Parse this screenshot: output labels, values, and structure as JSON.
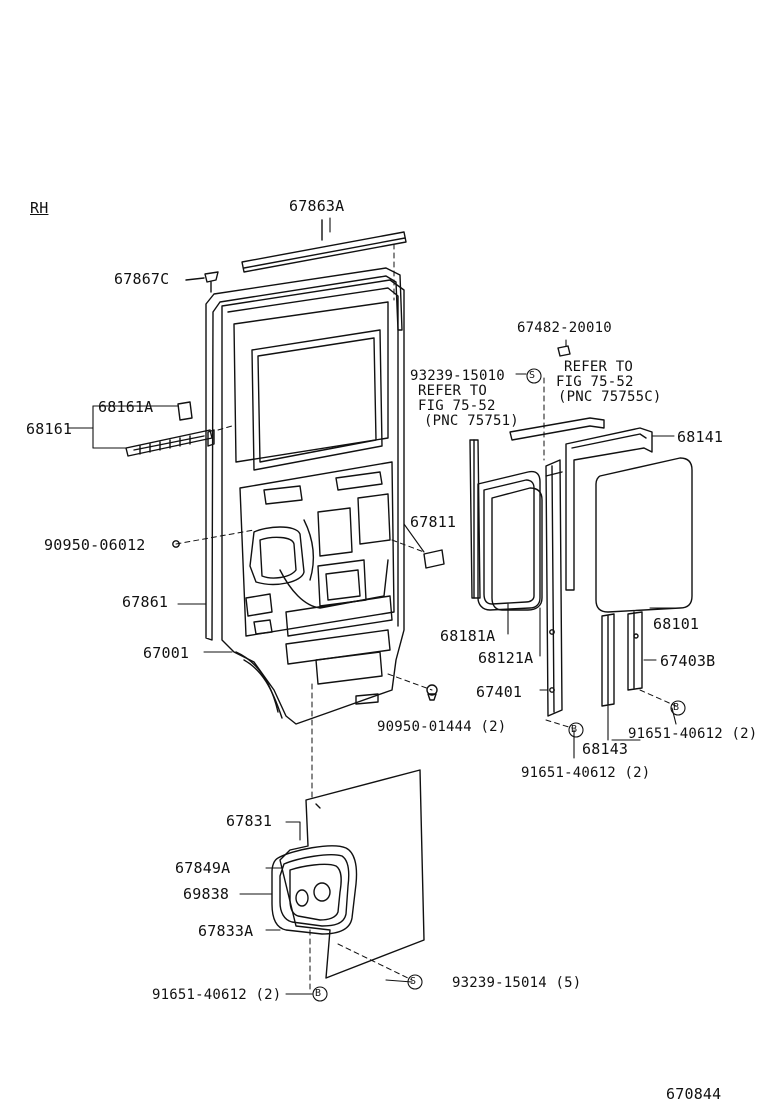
{
  "side_label": "RH",
  "figure_code": "670844",
  "callouts": {
    "p67863A": "67863A",
    "p67867C": "67867C",
    "p68161A": "68161A",
    "p68161": "68161",
    "p90950_06012": "90950-06012",
    "p67861": "67861",
    "p67001": "67001",
    "p90950_01444": "90950-01444 (2)",
    "p67811": "67811",
    "p67482": "67482-20010",
    "p93239_15010": "93239-15010",
    "p68141": "68141",
    "p68181A": "68181A",
    "p68121A": "68121A",
    "p68101": "68101",
    "p67403B": "67403B",
    "p67401": "67401",
    "p68143": "68143",
    "p91651_mid": "91651-40612 (2)",
    "p91651_right": "91651-40612 (2)",
    "p67831": "67831",
    "p67849A": "67849A",
    "p69838": "69838",
    "p67833A": "67833A",
    "p91651_bottom": "91651-40612 (2)",
    "p93239_15014": "93239-15014 (5)"
  },
  "references": {
    "ref1": [
      "REFER TO",
      "FIG 75-52",
      "(PNC 75751)"
    ],
    "ref2": [
      "REFER TO",
      "FIG 75-52",
      "(PNC 75755C)"
    ]
  },
  "symbols": {
    "s": "S",
    "b": "B"
  }
}
